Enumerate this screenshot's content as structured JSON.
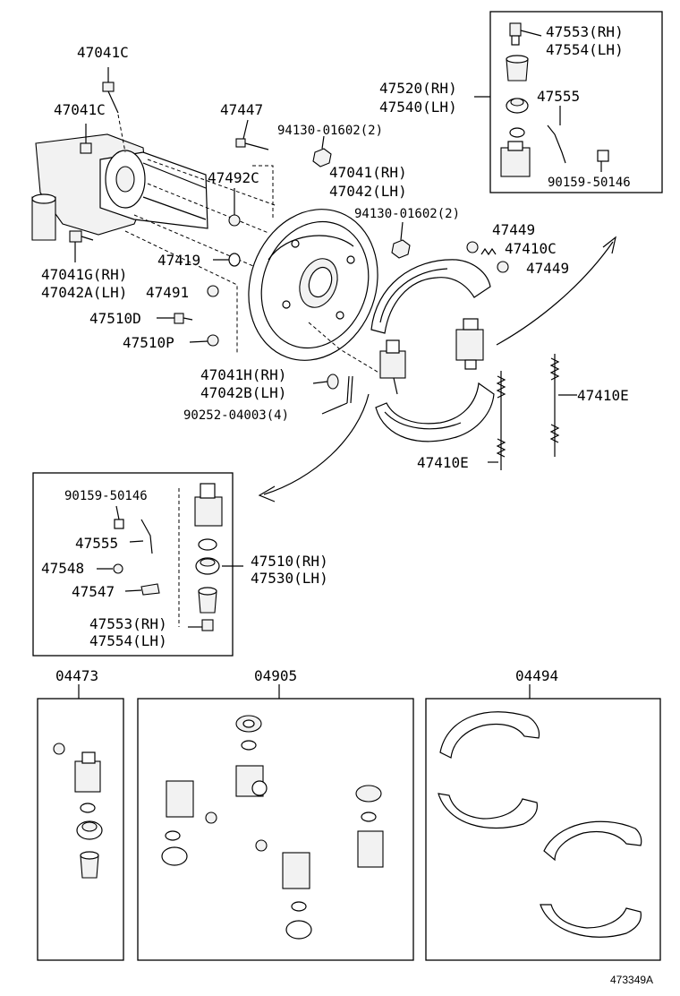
{
  "diagram_id": "473349A",
  "labels": {
    "l_47041C_a": "47041C",
    "l_47041C_b": "47041C",
    "l_47447": "47447",
    "l_94130_a": "94130-01602(2)",
    "l_47041rh": "47041(RH)",
    "l_47042lh": "47042(LH)",
    "l_47492C": "47492C",
    "l_94130_b": "94130-01602(2)",
    "l_47449_a": "47449",
    "l_47410C": "47410C",
    "l_47449_b": "47449",
    "l_47419": "47419",
    "l_47041G": "47041G(RH)",
    "l_47042A": "47042A(LH)",
    "l_47491": "47491",
    "l_47510D": "47510D",
    "l_47510P": "47510P",
    "l_47041H": "47041H(RH)",
    "l_47042B": "47042B(LH)",
    "l_90252": "90252-04003(4)",
    "l_47410E_a": "47410E",
    "l_47410E_b": "47410E",
    "l_47553rh_top": "47553(RH)",
    "l_47554lh_top": "47554(LH)",
    "l_47520": "47520(RH)",
    "l_47540": "47540(LH)",
    "l_47555_top": "47555",
    "l_90159_top": "90159-50146",
    "l_90159_box": "90159-50146",
    "l_47555_box": "47555",
    "l_47548": "47548",
    "l_47547": "47547",
    "l_47553rh_box": "47553(RH)",
    "l_47554lh_box": "47554(LH)",
    "l_47510rh": "47510(RH)",
    "l_47530lh": "47530(LH)",
    "l_04473": "04473",
    "l_04905": "04905",
    "l_04494": "04494"
  }
}
